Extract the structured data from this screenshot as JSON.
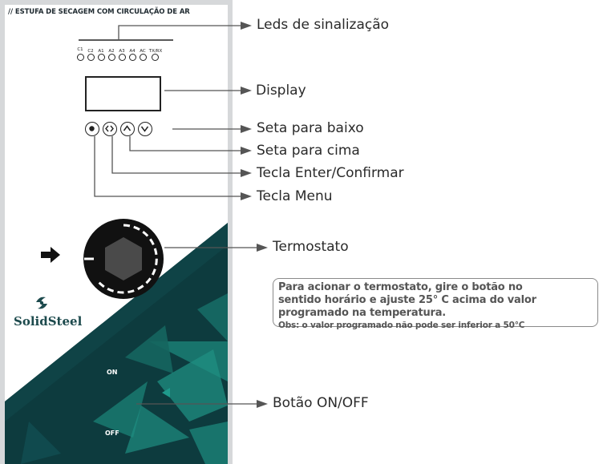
{
  "panel": {
    "title": "// ESTUFA DE SECAGEM COM CIRCULAÇÃO DE AR",
    "led_labels": [
      "C1",
      "C2",
      "A1",
      "A2",
      "A3",
      "A4",
      "AC",
      "TX/RX"
    ],
    "brand": "SolidSteel",
    "switch_on": "ON",
    "switch_off": "OFF"
  },
  "callouts": {
    "leds": "Leds de sinalização",
    "display": "Display",
    "down": "Seta para baixo",
    "up": "Seta para cima",
    "enter": "Tecla Enter/Confirmar",
    "menu": "Tecla Menu",
    "thermostat": "Termostato",
    "onoff": "Botão ON/OFF"
  },
  "note": {
    "line1": "Para acionar o termostato, gire o botão no",
    "line2": "sentido horário e ajuste 25° C acima do valor",
    "line3": "programado na temperatura.",
    "obs": "Obs: o valor programado não pode ser inferior a 50°C"
  },
  "icons": [
    "power-icon",
    "enter-icon",
    "up-arrow-icon",
    "down-arrow-icon",
    "arrow-right-icon",
    "brand-logo-icon",
    "hexagon-knob-icon"
  ],
  "colors": {
    "panel_dark": "#0d3b3e",
    "teal_accent": "#1b7f74",
    "panel_border": "#d6d8da",
    "text": "#2a2a2a",
    "note_text": "#555555"
  }
}
